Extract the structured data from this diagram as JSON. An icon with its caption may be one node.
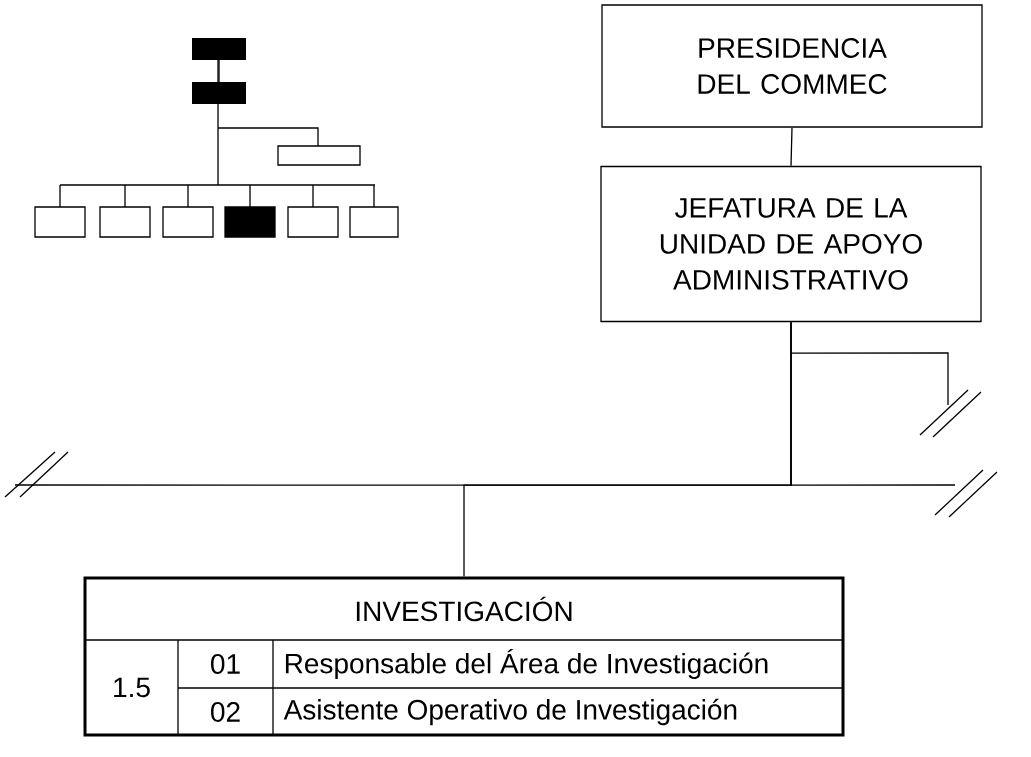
{
  "diagram": {
    "nodes": [
      {
        "text": [
          "PRESIDENCIA DEL COMMEC"
        ]
      },
      {
        "text": [
          "JEFATURA DE LA UNIDAD DE APOYO ADMINISTRATIVO"
        ]
      },
      {
        "text": [
          "INVESTIGACIÓN",
          "1.5",
          "01",
          "Responsable del Área de Investigación",
          "02",
          "Asistente Operativo de Investigación"
        ]
      }
    ],
    "edges": [
      {
        "from": 0,
        "to": 1,
        "arrow": "none"
      },
      {
        "from": 1,
        "to": 2,
        "arrow": "none"
      },
      {
        "from": 1,
        "to": null,
        "arrow": "none"
      },
      {
        "from": 1,
        "to": null,
        "arrow": "none"
      },
      {
        "from": 1,
        "to": null,
        "arrow": "none"
      }
    ]
  }
}
